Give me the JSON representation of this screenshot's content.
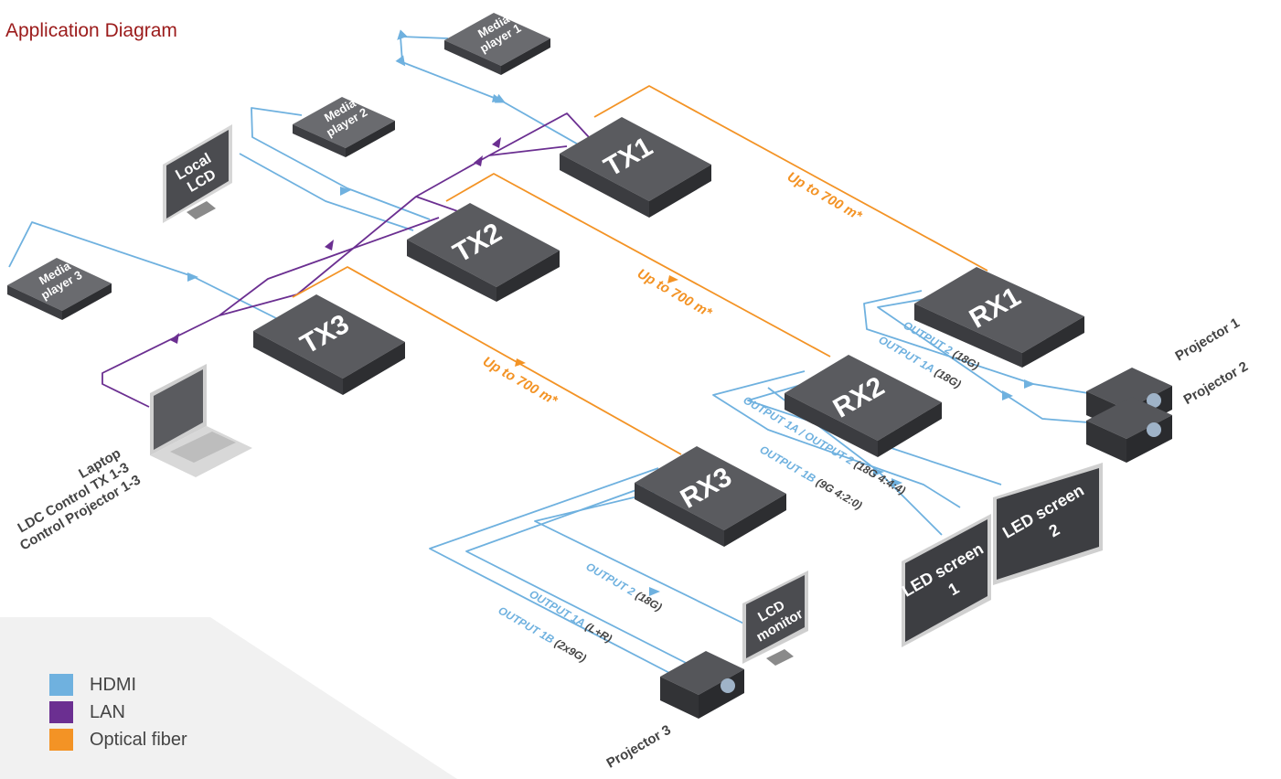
{
  "title": "Application Diagram",
  "colors": {
    "hdmi": "#6fb1df",
    "lan": "#6b2f91",
    "fiber": "#f39325",
    "title": "#9b1b1b"
  },
  "devices": {
    "tx1": "TX1",
    "tx2": "TX2",
    "tx3": "TX3",
    "rx1": "RX1",
    "rx2": "RX2",
    "rx3": "RX3"
  },
  "sources": {
    "mp1": [
      "Media",
      "player 1"
    ],
    "mp2": [
      "Media",
      "player 2"
    ],
    "mp3": [
      "Media",
      "player 3"
    ],
    "local_lcd": [
      "Local",
      "LCD"
    ]
  },
  "laptop": [
    "Laptop",
    "LDC Control TX 1-3",
    "Control Projector 1-3"
  ],
  "projectors": {
    "p1": [
      "Projector",
      "1"
    ],
    "p2": [
      "Projector",
      "2"
    ],
    "p3": [
      "Projector",
      "3"
    ]
  },
  "screens": {
    "led1": [
      "LED screen",
      "1"
    ],
    "led2": [
      "LED screen",
      "2"
    ],
    "lcd": [
      "LCD",
      "monitor"
    ]
  },
  "fiber_label": "Up to 700 m*",
  "outputs": {
    "rx1_out2": [
      "OUTPUT 2",
      " (18G)"
    ],
    "rx1_out1a": [
      "OUTPUT 1A",
      " (18G)"
    ],
    "rx2_out1a2": [
      "OUTPUT 1A / OUTPUT 2",
      " (18G 4:4:4)"
    ],
    "rx2_out1b": [
      "OUTPUT 1B",
      " (9G 4:2:0)"
    ],
    "rx3_out2": [
      "OUTPUT 2",
      " (18G)"
    ],
    "rx3_out1a": [
      "OUTPUT 1A",
      " (L+R)"
    ],
    "rx3_out1b": [
      "OUTPUT 1B",
      " (2x9G)"
    ]
  },
  "legend": [
    {
      "label": "HDMI",
      "color": "#6fb1df"
    },
    {
      "label": "LAN",
      "color": "#6b2f91"
    },
    {
      "label": "Optical fiber",
      "color": "#f39325"
    }
  ]
}
